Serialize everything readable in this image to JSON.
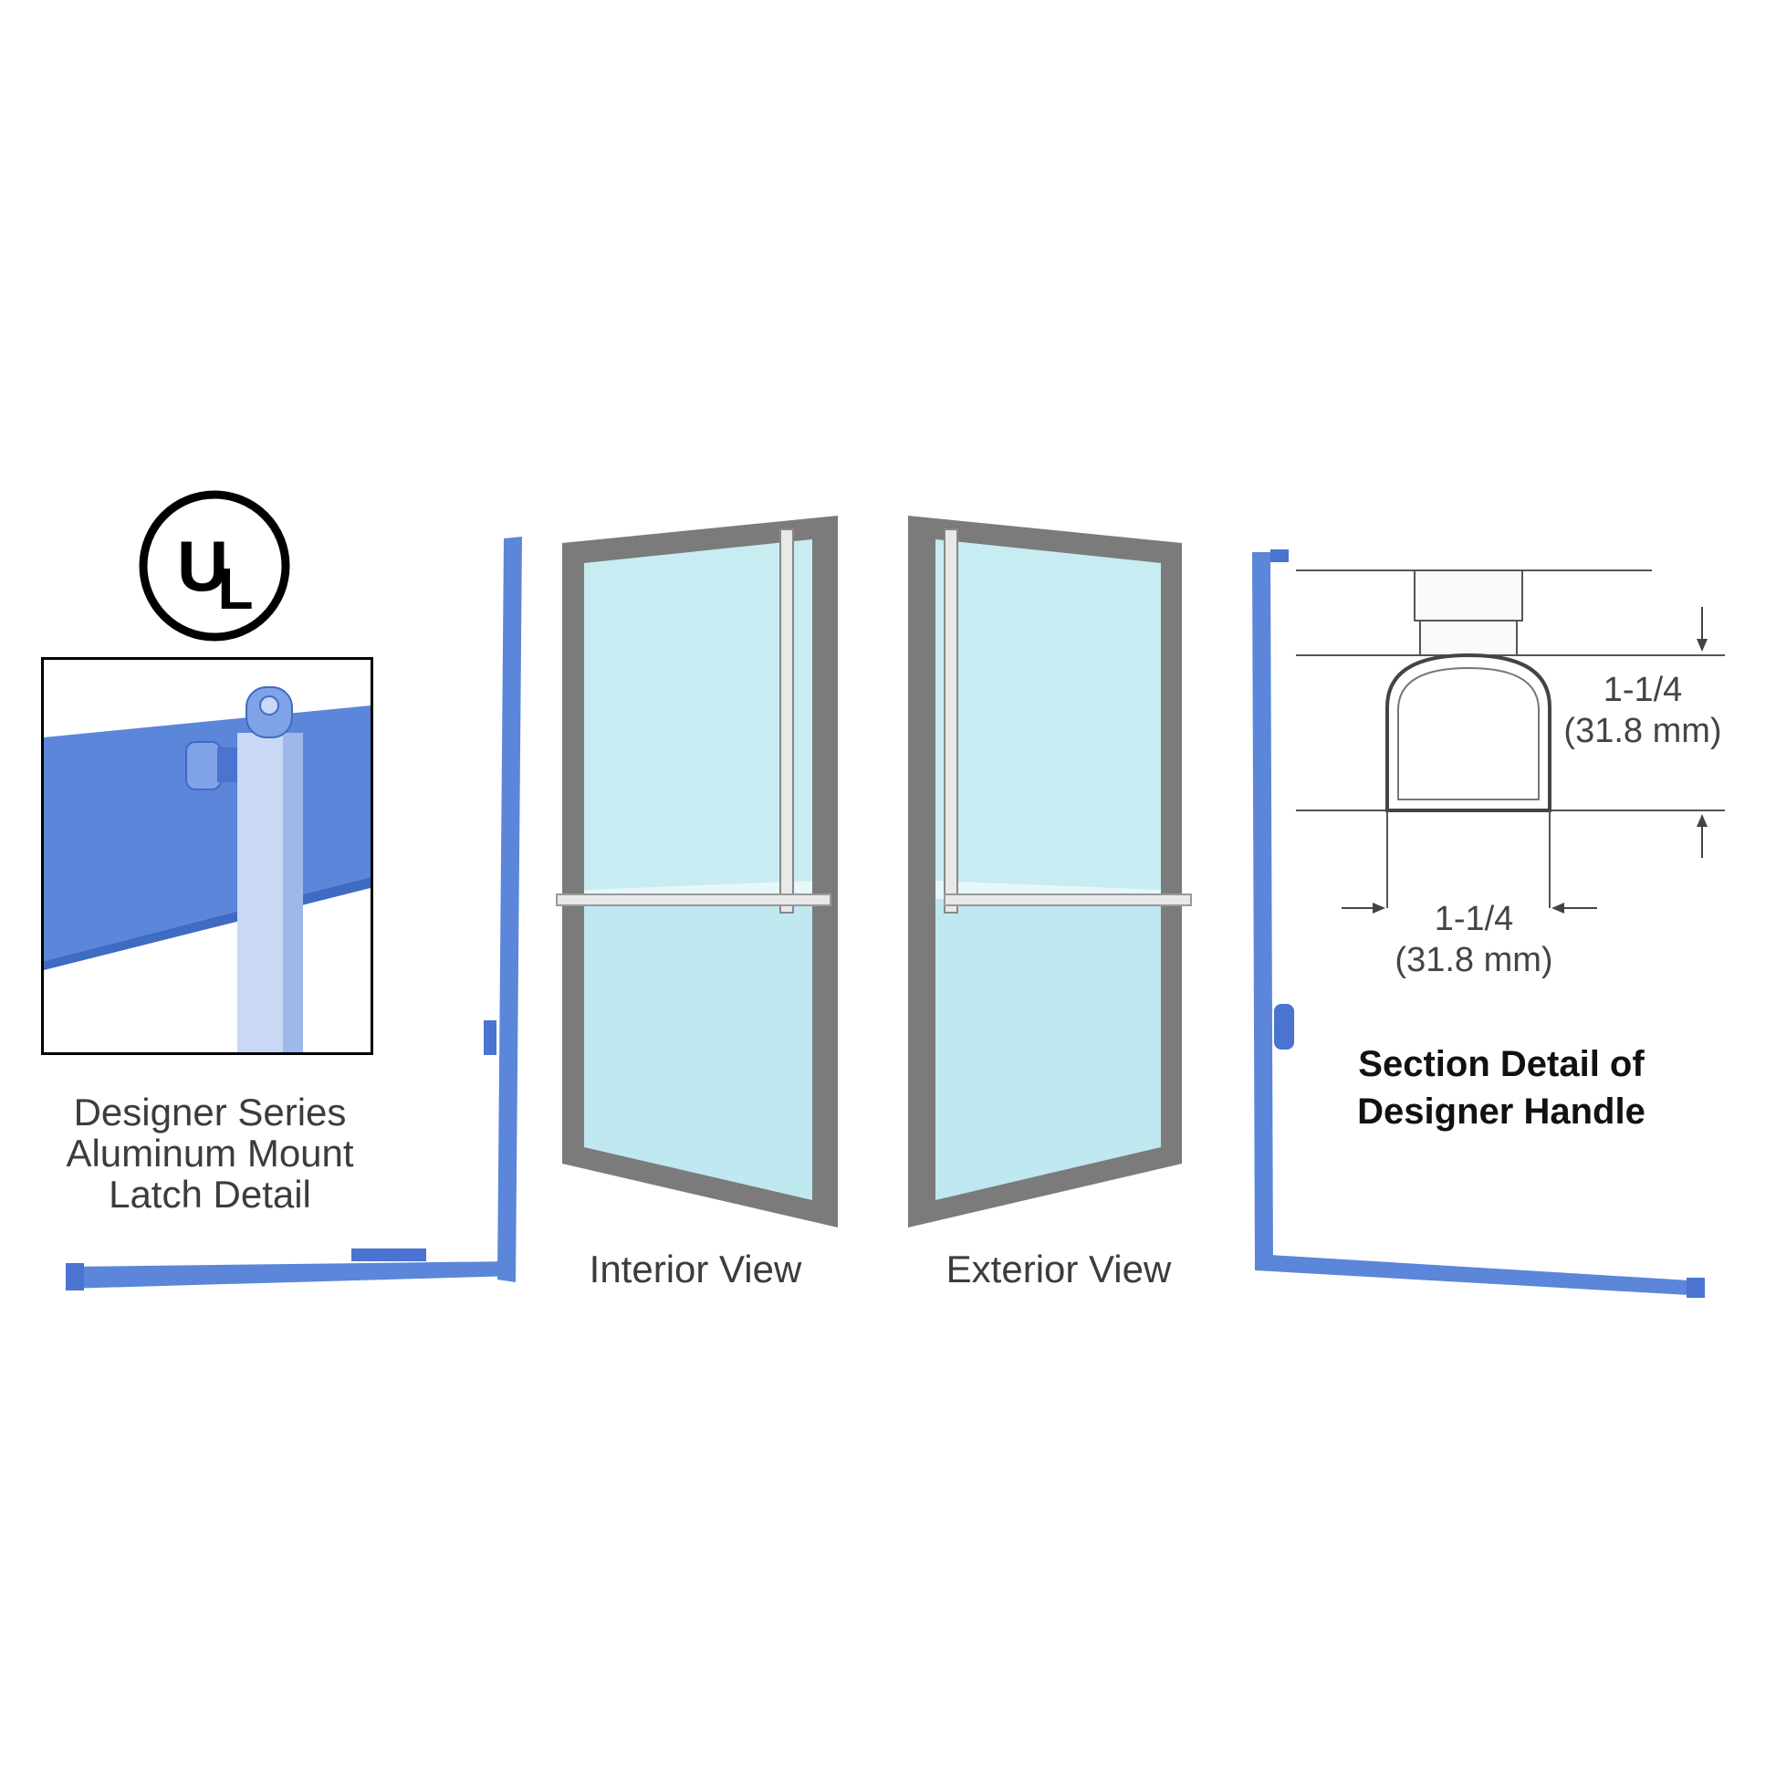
{
  "colors": {
    "handle_blue": "#5b86d9",
    "handle_blue_dark": "#3f6bc5",
    "frame_gray": "#7b7b7b",
    "glass_blue": "#bfe8f0",
    "background": "#ffffff"
  },
  "ul_mark": {
    "text_u": "U",
    "text_l": "L"
  },
  "latch_detail": {
    "caption_line1": "Designer Series",
    "caption_line2": "Aluminum Mount",
    "caption_line3": "Latch Detail"
  },
  "views": {
    "interior_label": "Interior View",
    "exterior_label": "Exterior View"
  },
  "section_detail": {
    "title_line1": "Section Detail of",
    "title_line2": "Designer Handle",
    "vertical_dimension": "1-1/4",
    "vertical_dimension_mm": "(31.8 mm)",
    "horizontal_dimension": "1-1/4",
    "horizontal_dimension_mm": "(31.8 mm)"
  }
}
